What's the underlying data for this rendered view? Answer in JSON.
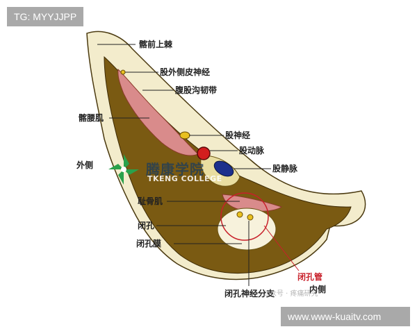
{
  "overlay": {
    "tag_top_left": "TG: MYYJJPP",
    "tag_bottom_right": "www.www-kuaitv.com"
  },
  "watermark": {
    "name_cn": "腾康学院",
    "name_en": "TKENG COLLEGE",
    "faint_text": "公众号 · 疼痛研究"
  },
  "labels": {
    "asis": "髂前上棘",
    "lat_fem_cut_nerve": "股外侧皮神经",
    "inguinal_ligament": "腹股沟韧带",
    "iliopsoas": "髂腰肌",
    "lateral": "外侧",
    "femoral_nerve": "股神经",
    "femoral_artery": "股动脉",
    "femoral_vein": "股静脉",
    "pectineus": "耻骨肌",
    "obturator_foramen": "闭孔",
    "obturator_membrane": "闭孔膜",
    "obturator_canal": "闭孔管",
    "medial": "内侧",
    "obturator_nerve_branch": "闭孔神经分支"
  },
  "colors": {
    "bone": "#f3eccc",
    "soft_tissue": "#7a5a12",
    "muscle": "#d98b8b",
    "artery": "#d21e1e",
    "vein": "#1c2f8c",
    "nerve": "#e8c020",
    "obturator_ring": "#c8202a"
  }
}
